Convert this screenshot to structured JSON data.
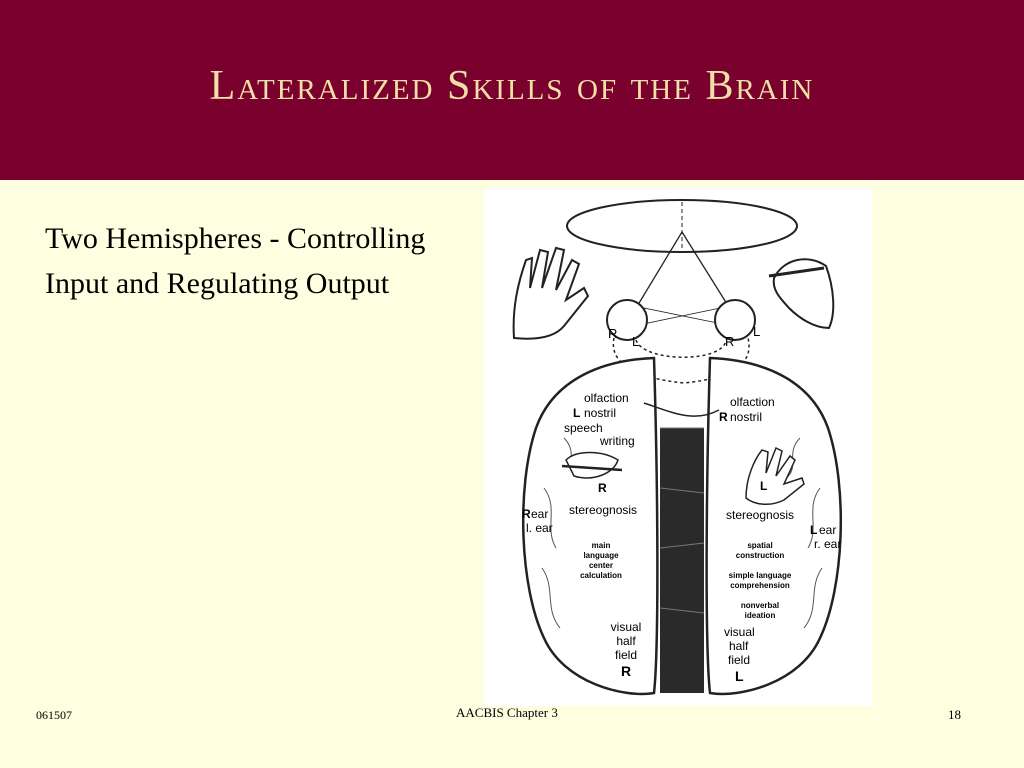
{
  "slide": {
    "title": "Lateralized Skills of the Brain",
    "body_text": "Two Hemispheres  - Controlling Input and Regulating Output",
    "footer_left": "061507",
    "footer_center": "AACBIS Chapter 3",
    "footer_right": "18",
    "colors": {
      "header": "#7a002e",
      "title": "#efe0a8",
      "background": "#fefee0"
    }
  },
  "diagram": {
    "left_eye_r": "R",
    "left_eye_l": "L",
    "right_eye_r": "R",
    "right_eye_l": "L",
    "left": {
      "olfaction": "olfaction",
      "nostril_letter": "L",
      "nostril": "nostril",
      "speech": "speech",
      "writing": "writing",
      "hand_letter": "R",
      "stereognosis": "stereognosis",
      "ear_letter": "R",
      "ear": "ear",
      "other_ear": "l. ear",
      "main": "main",
      "language": "language",
      "center": "center",
      "calculation": "calculation",
      "visual": "visual",
      "half": "half",
      "field": "field",
      "field_letter": "R"
    },
    "right": {
      "olfaction": "olfaction",
      "nostril_letter": "R",
      "nostril": "nostril",
      "hand_letter": "L",
      "stereognosis": "stereognosis",
      "ear_letter": "L",
      "ear": "ear",
      "other_ear": "r. ear",
      "spatial": "spatial",
      "construction": "construction",
      "simple_language": "simple language",
      "comprehension": "comprehension",
      "nonverbal": "nonverbal",
      "ideation": "ideation",
      "visual": "visual",
      "half": "half",
      "field": "field",
      "field_letter": "L"
    }
  }
}
